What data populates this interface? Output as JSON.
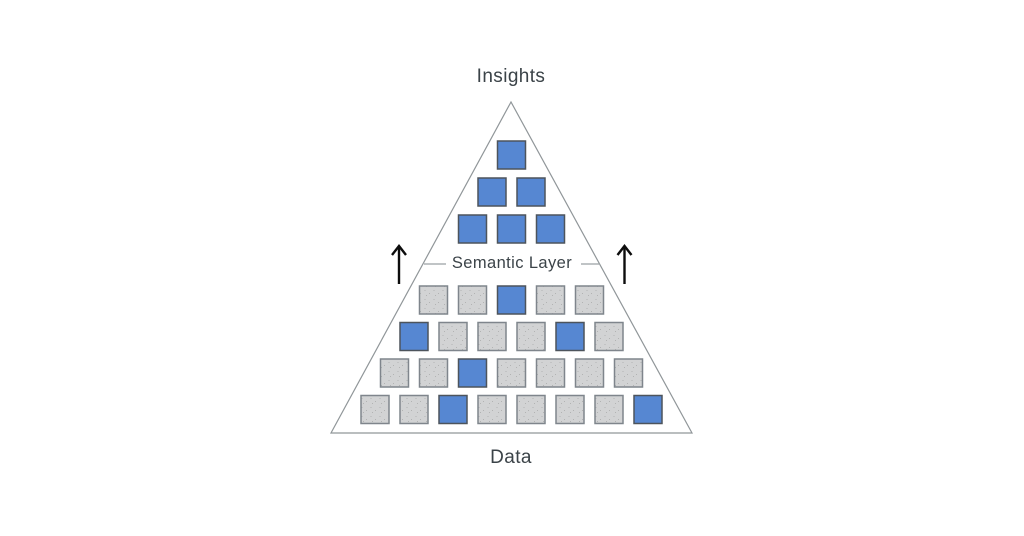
{
  "labels": {
    "top": "Insights",
    "middle": "Semantic Layer",
    "bottom": "Data"
  },
  "pyramid_rows": [
    [
      "blue"
    ],
    [
      "blue",
      "blue"
    ],
    [
      "blue",
      "blue",
      "blue"
    ],
    [
      "gray",
      "gray",
      "blue",
      "gray",
      "gray"
    ],
    [
      "blue",
      "gray",
      "gray",
      "gray",
      "blue",
      "gray"
    ],
    [
      "gray",
      "gray",
      "blue",
      "gray",
      "gray",
      "gray",
      "gray"
    ],
    [
      "gray",
      "gray",
      "blue",
      "gray",
      "gray",
      "gray",
      "gray",
      "blue"
    ]
  ],
  "arrows": [
    "up",
    "up"
  ],
  "colors": {
    "background": "#ffffff",
    "blue_fill": "#5687d2",
    "blue_border": "#4d545c",
    "gray_fill": "#d2d3d4",
    "gray_border": "#7f858c",
    "gray_dot": "#9a9a9a",
    "outline": "#909699",
    "dash": "#9aa0a4",
    "text": "#3b4348",
    "arrow": "#0d0d0d"
  }
}
